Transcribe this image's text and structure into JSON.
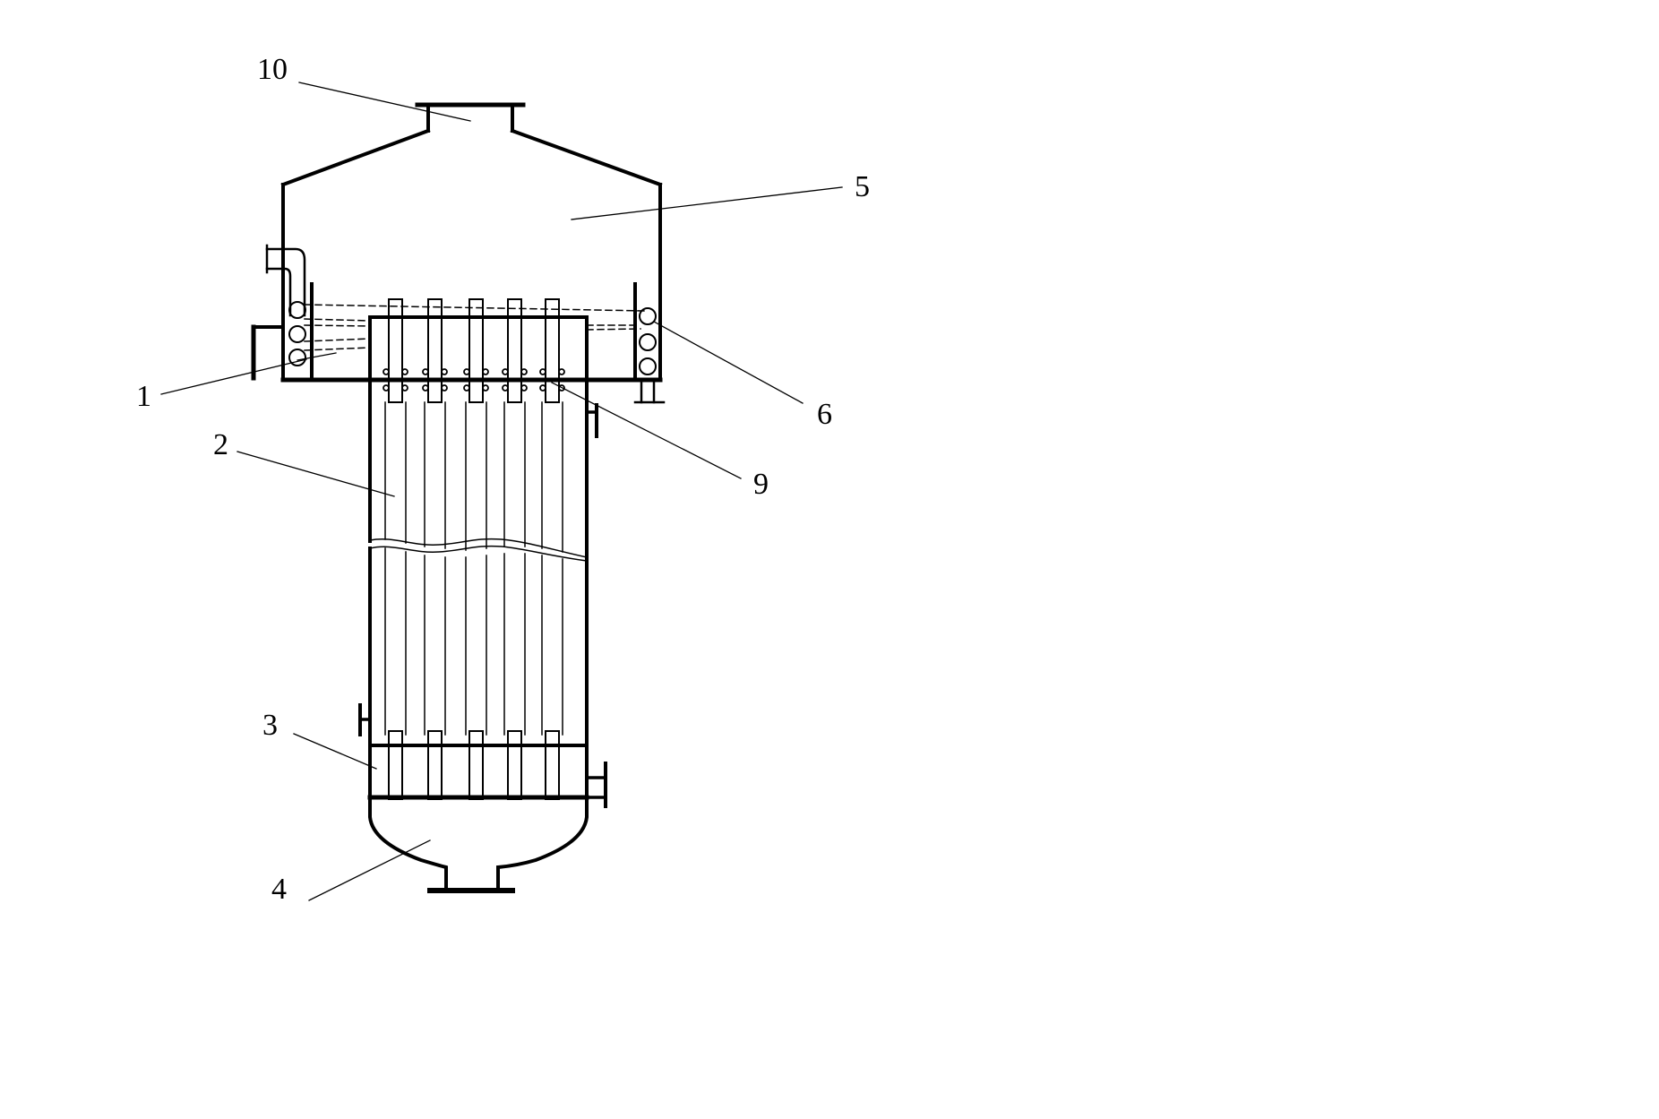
{
  "labels": {
    "l1": "1",
    "l2": "2",
    "l3": "3",
    "l4": "4",
    "l5": "5",
    "l6": "6",
    "l9": "9",
    "l10": "10"
  },
  "colors": {
    "ink": "#000000",
    "background": "#ffffff"
  }
}
